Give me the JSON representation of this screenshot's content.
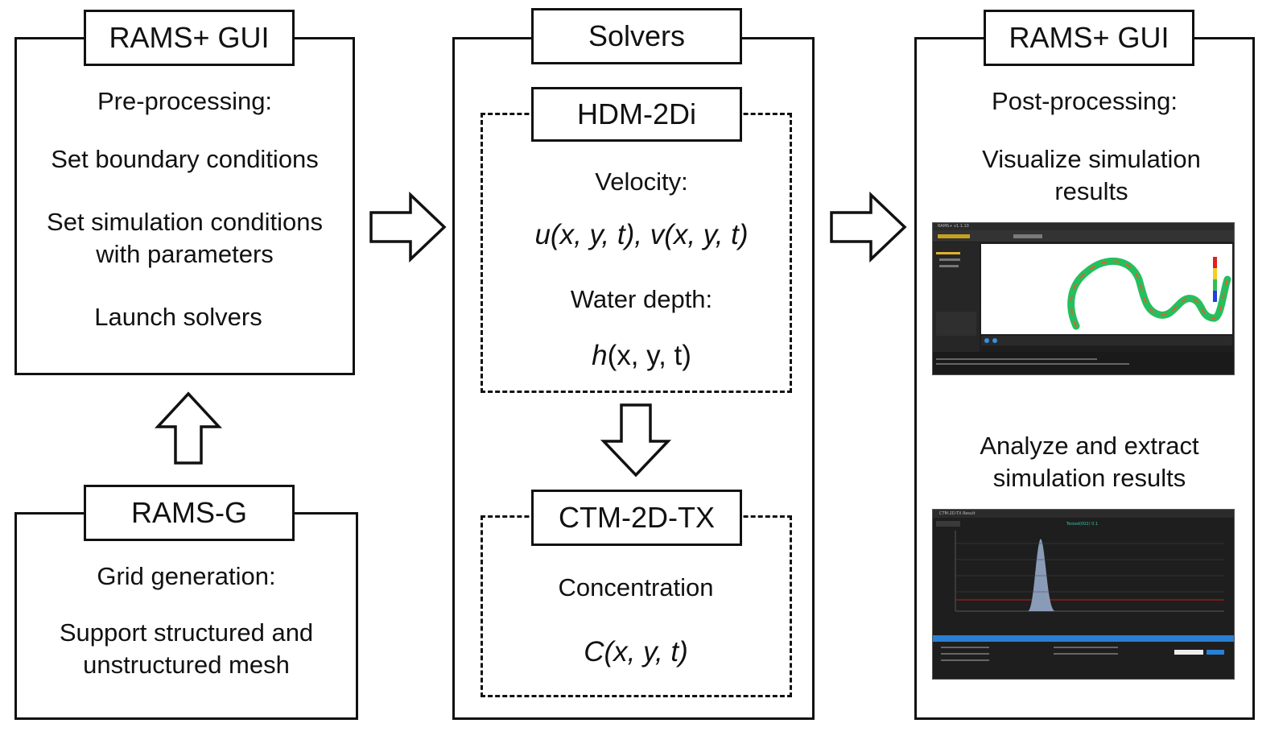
{
  "left": {
    "gui_title": "RAMS+ GUI",
    "pre_heading": "Pre-processing:",
    "item1": "Set boundary conditions",
    "item2_line1": "Set simulation conditions",
    "item2_line2": "with parameters",
    "item3": "Launch solvers",
    "grid_title": "RAMS-G",
    "grid_heading": "Grid generation:",
    "grid_line1": "Support structured and",
    "grid_line2": "unstructured mesh"
  },
  "middle": {
    "title": "Solvers",
    "hdm_title": "HDM-2Di",
    "velocity_label": "Velocity:",
    "velocity_eq": "u(x, y, t), v(x, y, t)",
    "depth_label": "Water depth:",
    "depth_eq_var": "h",
    "depth_eq_rest": "(x,  y,  t)",
    "ctm_title": "CTM-2D-TX",
    "conc_label": "Concentration",
    "conc_eq": "C(x, y, t)"
  },
  "right": {
    "gui_title": "RAMS+ GUI",
    "post_heading": "Post-processing:",
    "vis_line1": "Visualize simulation",
    "vis_line2": "results",
    "ana_line1": "Analyze  and extract",
    "ana_line2": "simulation results",
    "shot1_title": "RAMS+ v1.1.10",
    "shot2_title": "CTM-2D-TX Result",
    "shot2_chart_title": "Tested(002) 0.1"
  },
  "colors": {
    "line": "#111111",
    "screenshot_bg": "#1e1e1e",
    "plot_peak": "#8a9bb8",
    "threshold_line": "#d01818",
    "panel_blue": "#2a7fd4"
  }
}
